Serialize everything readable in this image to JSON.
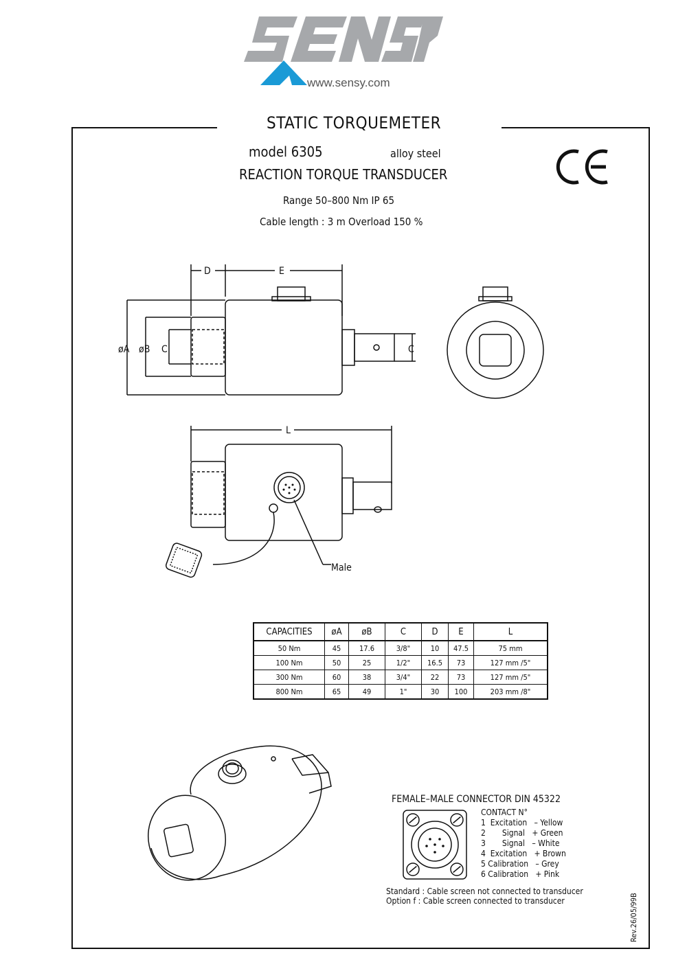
{
  "logo": {
    "text": "SENSY",
    "url": "www.sensy.com"
  },
  "header": {
    "title": "STATIC TORQUEMETER",
    "model": "model 6305",
    "material": "alloy steel",
    "product": "REACTION TORQUE TRANSDUCER",
    "range": "Range 50–800 Nm IP 65",
    "cable": "Cable length : 3 m Overload 150 %",
    "ce_mark": "CE"
  },
  "drawing": {
    "dims": {
      "D": "D",
      "E": "E",
      "A": "øA",
      "B": "øB",
      "C": "C",
      "L": "L"
    },
    "connector_label": "Male"
  },
  "table": {
    "headers": [
      "CAPACITIES",
      "øA",
      "øB",
      "C",
      "D",
      "E",
      "L"
    ],
    "rows": [
      [
        "50 Nm",
        "45",
        "17.6",
        "3/8\"",
        "10",
        "47.5",
        "75 mm"
      ],
      [
        "100 Nm",
        "50",
        "25",
        "1/2\"",
        "16.5",
        "73",
        "127 mm /5\""
      ],
      [
        "300 Nm",
        "60",
        "38",
        "3/4\"",
        "22",
        "73",
        "127 mm /5\""
      ],
      [
        "800 Nm",
        "65",
        "49",
        "1\"",
        "30",
        "100",
        "203 mm /8\""
      ]
    ]
  },
  "connector": {
    "title": "FEMALE–MALE CONNECTOR DIN 45322",
    "contact_header": "CONTACT N°",
    "contacts": [
      "1  Excitation   – Yellow",
      "2       Signal   + Green",
      "3       Signal   – White",
      "4  Excitation   + Brown",
      "5 Calibration   – Grey",
      "6 Calibration   + Pink"
    ],
    "note_standard": "Standard : Cable screen not connected to transducer",
    "note_option": "Option f : Cable screen connected to transducer"
  },
  "revision": "Rev.26/05/99B",
  "colors": {
    "logo_grey": "#a6a8ab",
    "logo_blue": "#1a9ad6",
    "ink": "#111111"
  }
}
